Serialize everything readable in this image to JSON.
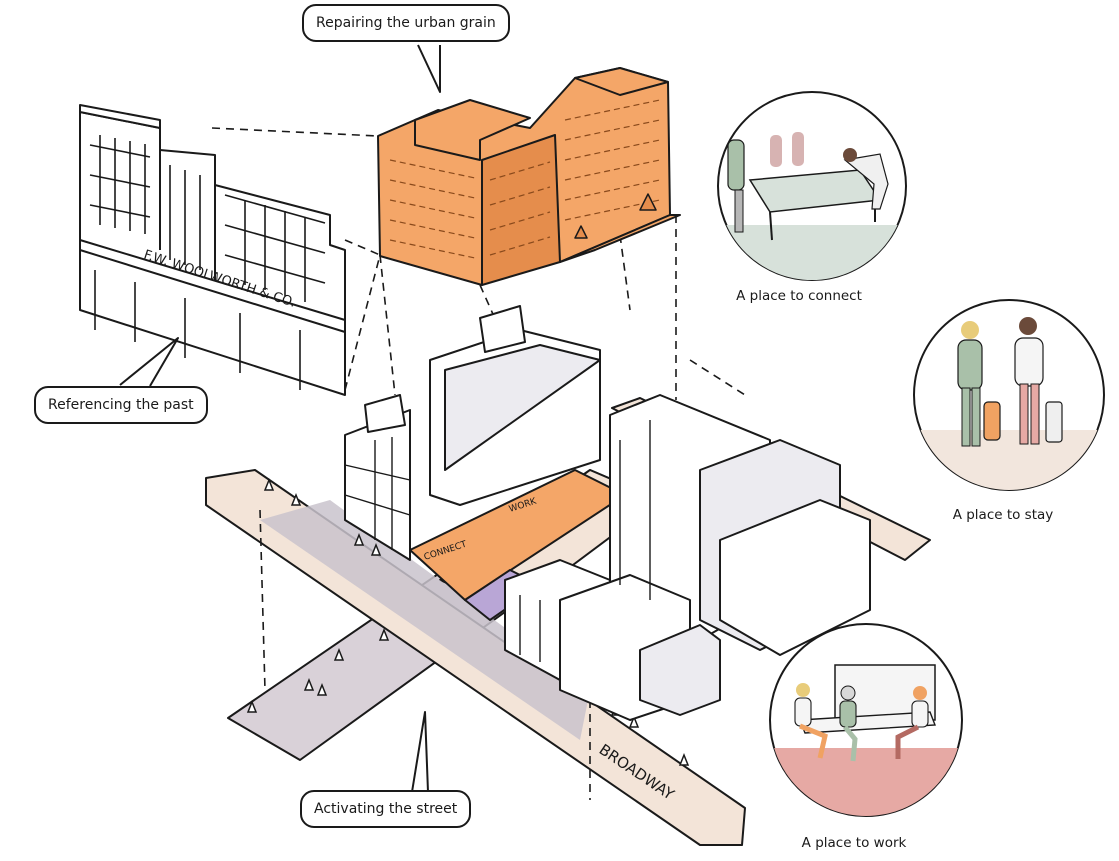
{
  "callouts": {
    "urban_grain": "Repairing the urban grain",
    "past": "Referencing the past",
    "street": "Activating the street"
  },
  "vignettes": {
    "connect": "A place to connect",
    "stay": "A place to stay",
    "work": "A place to work"
  },
  "labels": {
    "woolworth": "F.W. WOOLWORTH & CO.",
    "broadway": "BROADWAY",
    "connect_zone": "CONNECT",
    "work_zone": "WORK"
  },
  "colors": {
    "orange": "#f4a668",
    "orange_dark": "#e58d4c",
    "street": "#f3e4d8",
    "street_shadow": "#c9c3cc",
    "purple": "#b9a6d6",
    "green_floor": "#d7e1da",
    "pink_floor": "#e6a9a4",
    "stay_floor": "#f2e6dd",
    "ink": "#1a1a1a"
  }
}
